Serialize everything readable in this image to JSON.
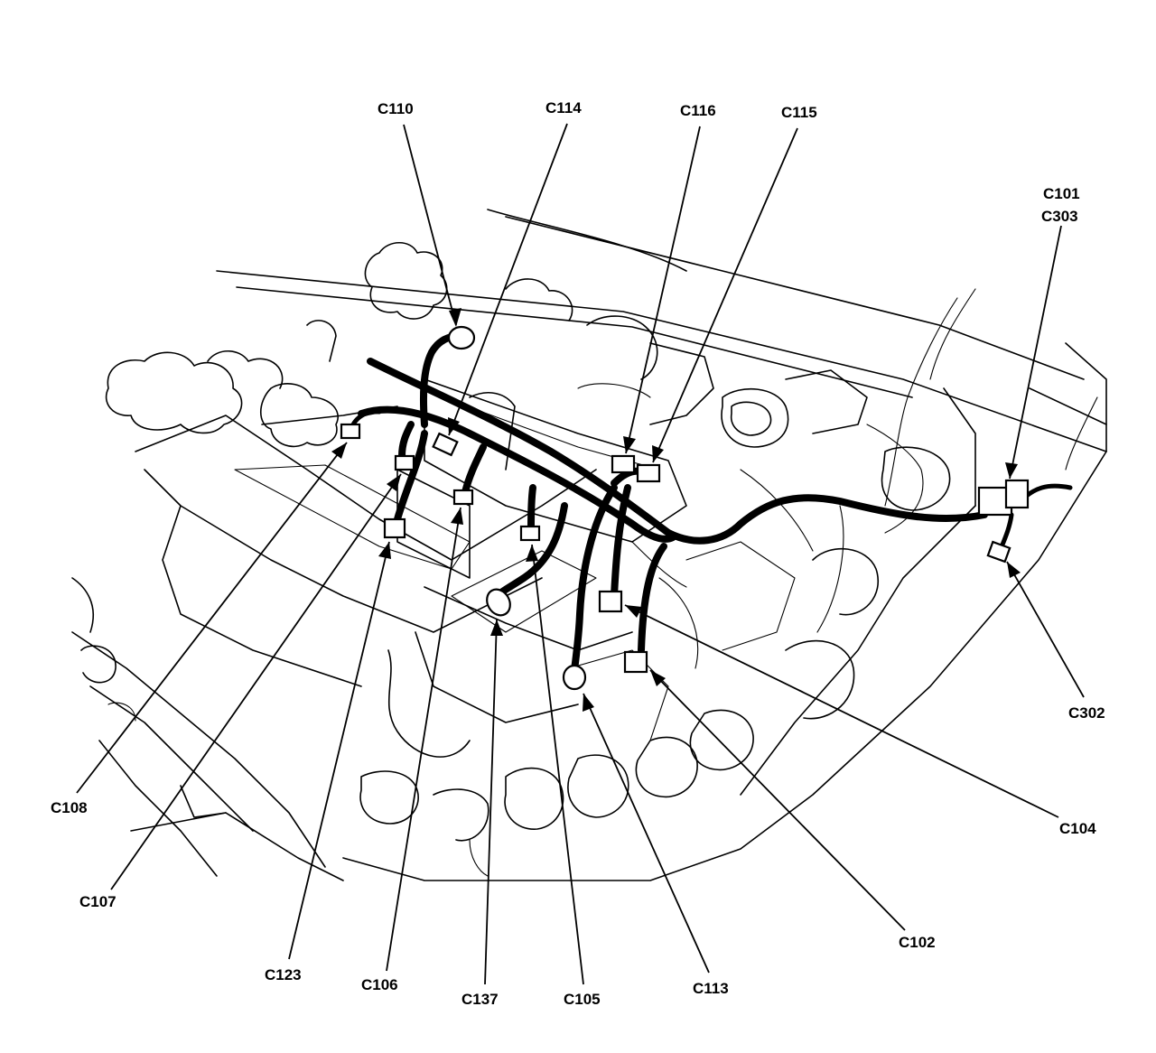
{
  "diagram": {
    "connectors": [
      {
        "id": "c110",
        "label": "C110"
      },
      {
        "id": "c114",
        "label": "C114"
      },
      {
        "id": "c116",
        "label": "C116"
      },
      {
        "id": "c115",
        "label": "C115"
      },
      {
        "id": "c101",
        "label": "C101"
      },
      {
        "id": "c303",
        "label": "C303"
      },
      {
        "id": "c302",
        "label": "C302"
      },
      {
        "id": "c104",
        "label": "C104"
      },
      {
        "id": "c102",
        "label": "C102"
      },
      {
        "id": "c113",
        "label": "C113"
      },
      {
        "id": "c105",
        "label": "C105"
      },
      {
        "id": "c137",
        "label": "C137"
      },
      {
        "id": "c106",
        "label": "C106"
      },
      {
        "id": "c123",
        "label": "C123"
      },
      {
        "id": "c107",
        "label": "C107"
      },
      {
        "id": "c108",
        "label": "C108"
      }
    ]
  }
}
